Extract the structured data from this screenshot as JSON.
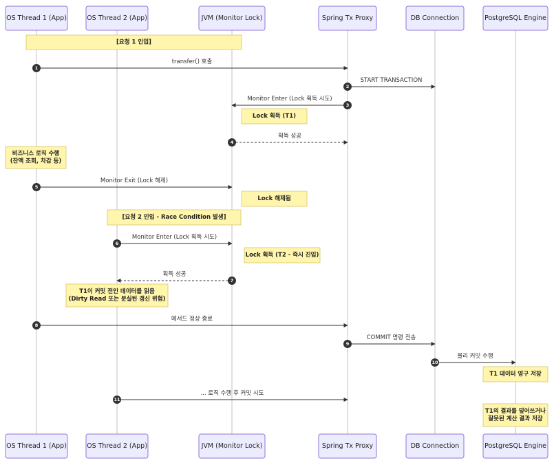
{
  "actors": [
    {
      "id": "t1",
      "label": "OS Thread 1 (App)"
    },
    {
      "id": "t2",
      "label": "OS Thread 2 (App)"
    },
    {
      "id": "jvm",
      "label": "JVM (Monitor Lock)"
    },
    {
      "id": "proxy",
      "label": "Spring Tx Proxy"
    },
    {
      "id": "db",
      "label": "DB Connection"
    },
    {
      "id": "pg",
      "label": "PostgreSQL Engine"
    }
  ],
  "messages": [
    {
      "num": "1",
      "from": "t1",
      "to": "proxy",
      "label": "transfer() 호출",
      "dashed": false
    },
    {
      "num": "2",
      "from": "proxy",
      "to": "db",
      "label": "START TRANSACTION",
      "dashed": false
    },
    {
      "num": "3",
      "from": "proxy",
      "to": "jvm",
      "label": "Monitor Enter (Lock 획득 시도)",
      "dashed": false
    },
    {
      "num": "4",
      "from": "jvm",
      "to": "proxy",
      "label": "획득 성공",
      "dashed": true
    },
    {
      "num": "5",
      "from": "t1",
      "to": "jvm",
      "label": "Monitor Exit (Lock 해제)",
      "dashed": false
    },
    {
      "num": "6",
      "from": "t2",
      "to": "jvm",
      "label": "Monitor Enter (Lock 획득 시도)",
      "dashed": false
    },
    {
      "num": "7",
      "from": "jvm",
      "to": "t2",
      "label": "획득 성공",
      "dashed": true
    },
    {
      "num": "8",
      "from": "t1",
      "to": "proxy",
      "label": "메서드 정상 종료",
      "dashed": false
    },
    {
      "num": "9",
      "from": "proxy",
      "to": "db",
      "label": "COMMIT 명령 전송",
      "dashed": false
    },
    {
      "num": "10",
      "from": "db",
      "to": "pg",
      "label": "물리 커밋 수행",
      "dashed": false
    },
    {
      "num": "11",
      "from": "t2",
      "to": "proxy",
      "label": "... 로직 수행 후 커밋 시도",
      "dashed": false
    }
  ],
  "notes": [
    {
      "lines": [
        "[요청 1 인입]"
      ]
    },
    {
      "lines": [
        "Lock 획득 (T1)"
      ]
    },
    {
      "lines": [
        "비즈니스 로직 수행",
        "(잔액 조회, 차감 등)"
      ]
    },
    {
      "lines": [
        "Lock 해제됨"
      ]
    },
    {
      "lines": [
        "[요청 2 인입 - Race Condition 발생]"
      ]
    },
    {
      "lines": [
        "Lock 획득 (T2 - 즉시 진입)"
      ]
    },
    {
      "lines": [
        "T1이 커밋 전인 데이터를 읽음",
        "(Dirty Read 또는 분실된 갱신 위험)"
      ]
    },
    {
      "lines": [
        "T1 데이터 영구 저장"
      ]
    },
    {
      "lines": [
        "T1의 결과를 덮어쓰거나",
        "잘못된 계산 결과 저장"
      ]
    }
  ]
}
